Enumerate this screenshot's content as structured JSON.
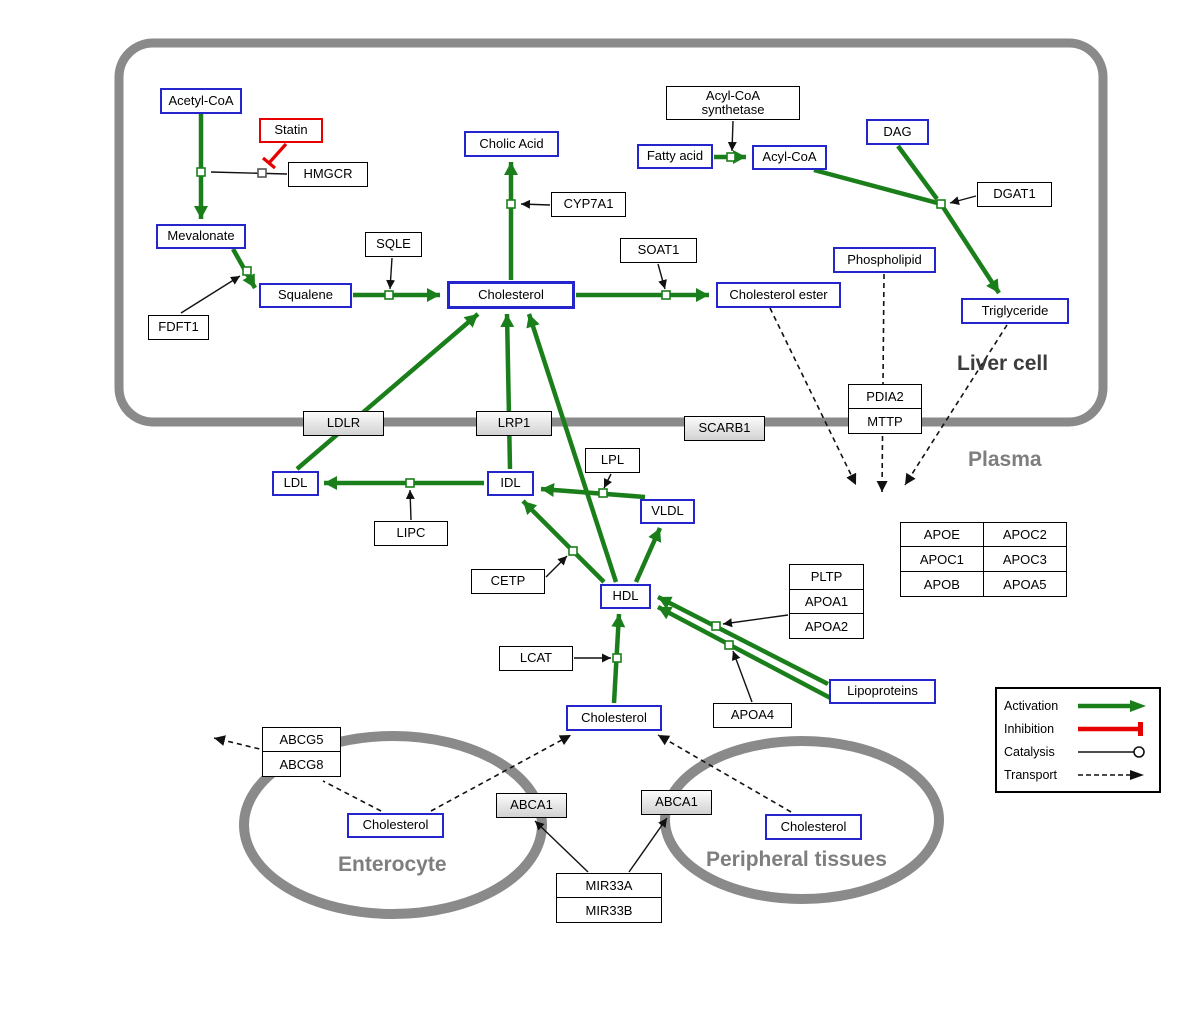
{
  "regions": {
    "liver": "Liver cell",
    "plasma": "Plasma",
    "enterocyte": "Enterocyte",
    "peripheral": "Peripheral tissues"
  },
  "metabolites": {
    "acetyl_coa": "Acetyl-CoA",
    "mevalonate": "Mevalonate",
    "squalene": "Squalene",
    "cholic_acid": "Cholic Acid",
    "cholesterol_liver": "Cholesterol",
    "cholesterol_ester": "Cholesterol ester",
    "fatty_acid": "Fatty acid",
    "acyl_coa": "Acyl-CoA",
    "dag": "DAG",
    "phospholipid": "Phospholipid",
    "triglyceride": "Triglyceride",
    "ldl": "LDL",
    "idl": "IDL",
    "vldl": "VLDL",
    "hdl": "HDL",
    "lipoproteins": "Lipoproteins",
    "cholesterol_plasma": "Cholesterol",
    "cholesterol_enterocyte": "Cholesterol",
    "cholesterol_peripheral": "Cholesterol"
  },
  "genes": {
    "statin": "Statin",
    "hmgcr": "HMGCR",
    "fdft1": "FDFT1",
    "sqle": "SQLE",
    "cyp7a1": "CYP7A1",
    "soat1": "SOAT1",
    "acyl_coa_synthetase_line1": "Acyl-CoA",
    "acyl_coa_synthetase_line2": "synthetase",
    "dgat1": "DGAT1",
    "ldlr": "LDLR",
    "lrp1": "LRP1",
    "scarb1": "SCARB1",
    "pdia2": "PDIA2",
    "mttp": "MTTP",
    "lpl": "LPL",
    "lipc": "LIPC",
    "cetp": "CETP",
    "lcat": "LCAT",
    "pltp": "PLTP",
    "apoa1": "APOA1",
    "apoa2": "APOA2",
    "apoa4": "APOA4",
    "apoe": "APOE",
    "apoc1": "APOC1",
    "apob": "APOB",
    "apoc2": "APOC2",
    "apoc3": "APOC3",
    "apoa5": "APOA5",
    "abcg5": "ABCG5",
    "abcg8": "ABCG8",
    "abca1": "ABCA1",
    "mir33a": "MIR33A",
    "mir33b": "MIR33B"
  },
  "legend": {
    "activation": "Activation",
    "inhibition": "Inhibition",
    "catalysis": "Catalysis",
    "transport": "Transport"
  },
  "colors": {
    "activation_green": "#1a7f1a",
    "inhibition_red": "#e60000",
    "metabolite_border_blue": "#2525cd",
    "membrane_gray": "#8a8a8a"
  }
}
